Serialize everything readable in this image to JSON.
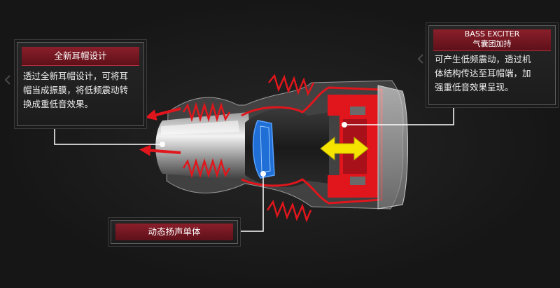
{
  "callouts": {
    "ear_cap": {
      "title": "全新耳帽设计",
      "lines": [
        "透过全新耳帽设计，可将耳",
        "帽当成振膜，将低频震动转",
        "换成重低音效果。"
      ]
    },
    "bass_exciter": {
      "title_en": "BASS EXCITER",
      "title_cn": "气囊团加持",
      "lines": [
        "可产生低频震动，透过机",
        "体结构传达至耳帽端，加",
        "强重低音效果呈现。"
      ]
    },
    "driver": {
      "title": "动态扬声单体"
    }
  },
  "colors": {
    "background": "#161616",
    "accent_red": "#e0161c",
    "panel_header": "#7a1822",
    "arrow_yellow": "#f5e400",
    "driver_blue": "#1f6fd6"
  }
}
